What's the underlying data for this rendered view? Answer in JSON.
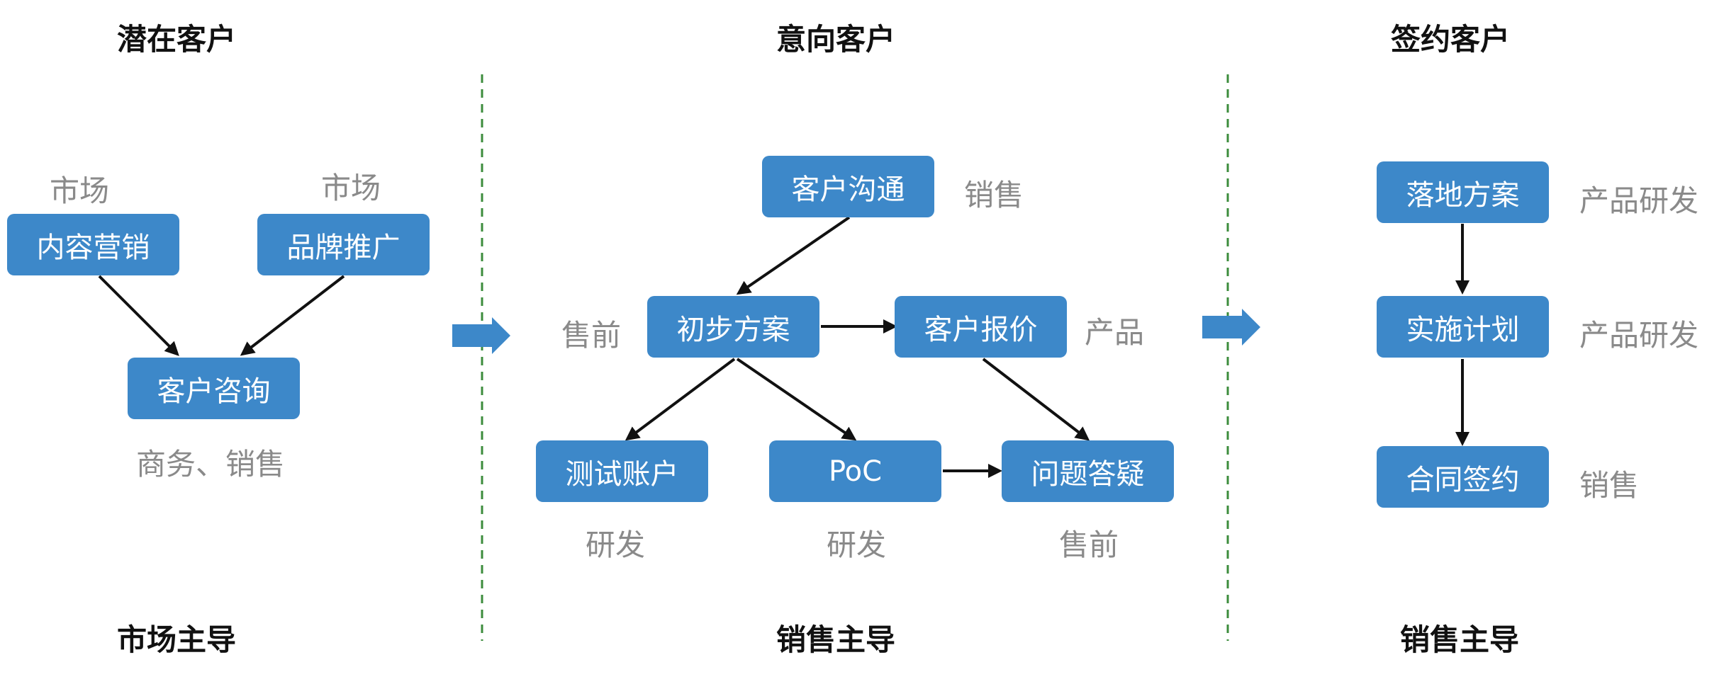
{
  "stages": {
    "potential": "潜在客户",
    "intent": "意向客户",
    "signed": "签约客户"
  },
  "leads": {
    "left": "市场主导",
    "middle": "销售主导",
    "right": "销售主导"
  },
  "nodes": {
    "content_marketing": "内容营销",
    "brand_promotion": "品牌推广",
    "customer_inquiry": "客户咨询",
    "customer_communication": "客户沟通",
    "preliminary_plan": "初步方案",
    "customer_quote": "客户报价",
    "test_account": "测试账户",
    "poc": "PoC",
    "qa": "问题答疑",
    "implementation_plan": "落地方案",
    "execution_plan": "实施计划",
    "contract_signing": "合同签约"
  },
  "roles": {
    "content_marketing": "市场",
    "brand_promotion": "市场",
    "customer_inquiry": "商务、销售",
    "customer_communication": "销售",
    "preliminary_plan": "售前",
    "customer_quote": "产品",
    "test_account": "研发",
    "poc": "研发",
    "qa": "售前",
    "implementation_plan": "产品研发",
    "execution_plan": "产品研发",
    "contract_signing": "销售"
  },
  "colors": {
    "node_fill": "#3d88c9",
    "arrow": "#111111",
    "divider": "#3c8c3c",
    "role_text": "#8a8a8a"
  }
}
